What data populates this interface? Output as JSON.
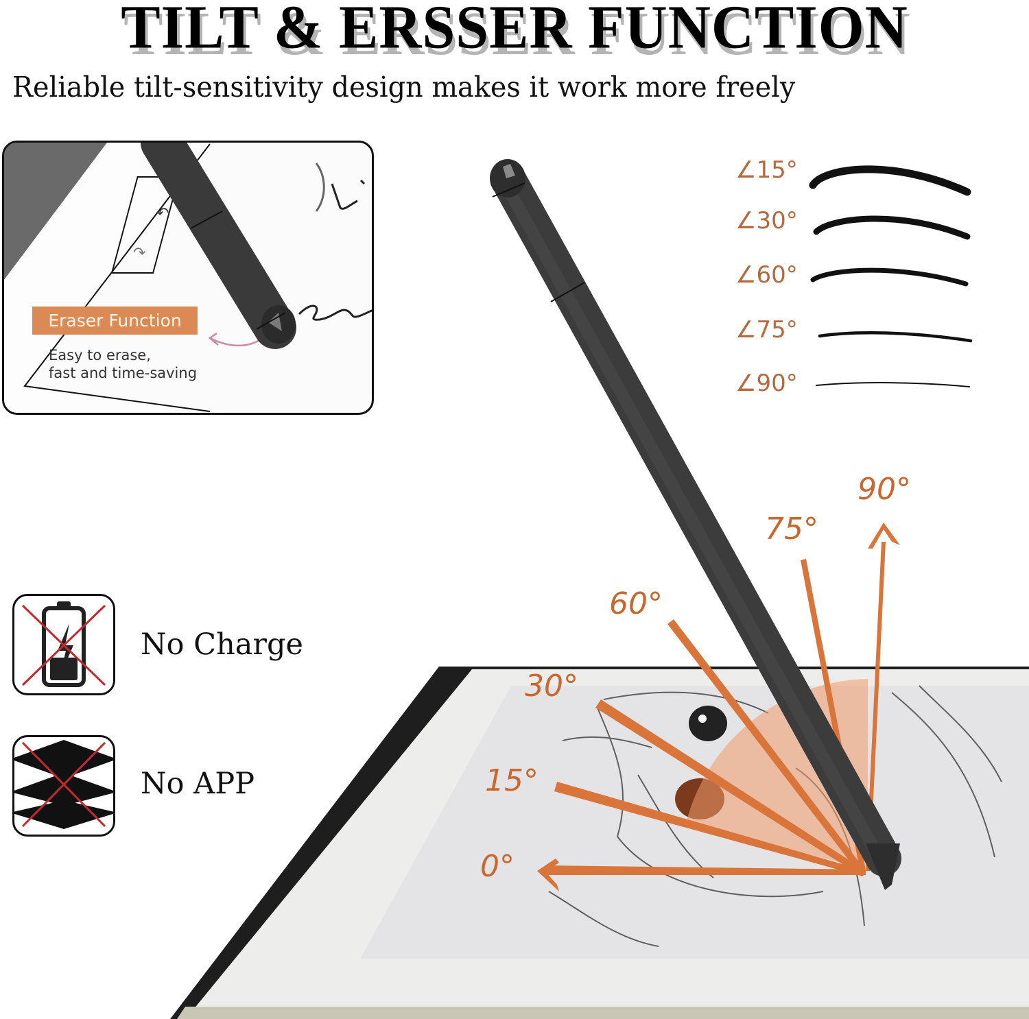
{
  "header": {
    "title": "TILT & ERSSER FUNCTION",
    "subtitle": "Reliable tilt-sensitivity design makes it work more freely"
  },
  "eraser_inset": {
    "badge": "Eraser Function",
    "desc_line1": "Easy to erase,",
    "desc_line2": "fast and time-saving",
    "badge_color": "#dc8a55"
  },
  "stroke_samples": [
    {
      "label": "∠15°"
    },
    {
      "label": "∠30°"
    },
    {
      "label": "∠60°"
    },
    {
      "label": "∠75°"
    },
    {
      "label": "∠90°"
    }
  ],
  "features": [
    {
      "label": "No Charge",
      "icon": "no-battery-icon"
    },
    {
      "label": "No APP",
      "icon": "no-app-icon"
    }
  ],
  "tilt_diagram": {
    "accent_color": "#d9753a",
    "angles": [
      {
        "label": "0°"
      },
      {
        "label": "15°"
      },
      {
        "label": "30°"
      },
      {
        "label": "60°"
      },
      {
        "label": "75°"
      },
      {
        "label": "90°"
      }
    ]
  }
}
